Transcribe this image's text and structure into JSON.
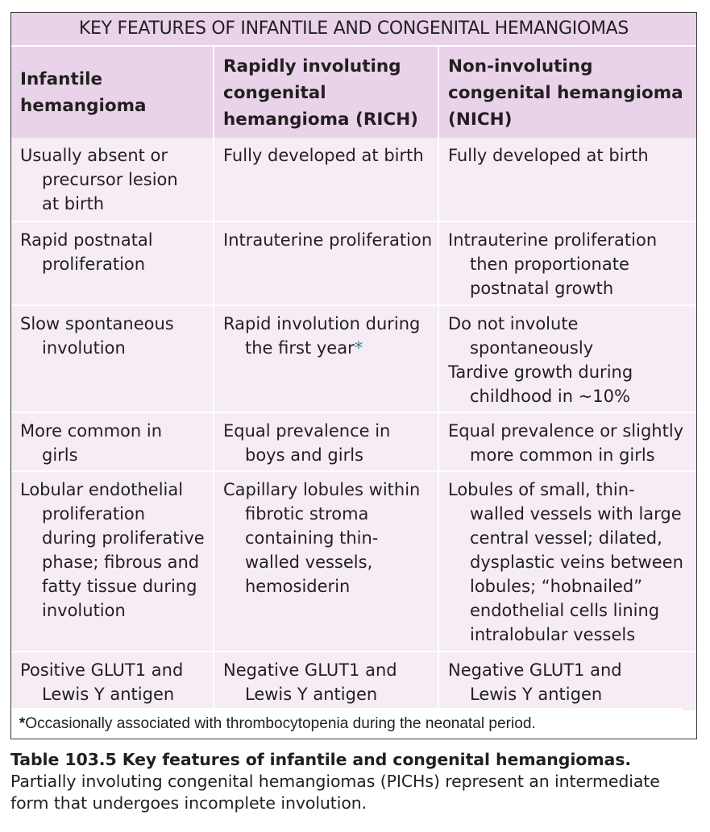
{
  "table": {
    "title": "KEY FEATURES OF INFANTILE AND CONGENITAL HEMANGIOMAS",
    "headers": [
      [
        "Infantile",
        "hemangioma"
      ],
      [
        "Rapidly involuting",
        "congenital",
        "hemangioma (RICH)"
      ],
      [
        "Non-involuting",
        "congenital hemangioma",
        "(NICH)"
      ]
    ],
    "rows": [
      [
        [
          "Usually absent or",
          "precursor lesion",
          "at birth"
        ],
        [
          "Fully developed at birth"
        ],
        [
          "Fully developed at birth"
        ]
      ],
      [
        [
          "Rapid postnatal",
          "proliferation"
        ],
        [
          "Intrauterine proliferation"
        ],
        [
          "Intrauterine proliferation",
          "then proportionate",
          "postnatal growth"
        ]
      ],
      [
        [
          "Slow spontaneous",
          "involution"
        ],
        [
          "Rapid involution during",
          "the first year"
        ],
        [
          "Do not involute",
          "spontaneously",
          "@@Tardive growth during",
          "childhood in ~10%"
        ]
      ],
      [
        [
          "More common in",
          "girls"
        ],
        [
          "Equal prevalence in",
          "boys and girls"
        ],
        [
          "Equal prevalence or slightly",
          "more common in girls"
        ]
      ],
      [
        [
          "Lobular endothelial",
          "proliferation",
          "during proliferative",
          "phase; fibrous and",
          "fatty tissue during",
          "involution"
        ],
        [
          "Capillary lobules within",
          "fibrotic stroma",
          "containing thin-",
          "walled vessels,",
          "hemosiderin"
        ],
        [
          "Lobules of small, thin-",
          "walled vessels with large",
          "central vessel; dilated,",
          "dysplastic veins between",
          "lobules; “hobnailed”",
          "endothelial cells lining",
          "intralobular vessels"
        ]
      ],
      [
        [
          "Positive GLUT1 and",
          "Lewis Y antigen"
        ],
        [
          "Negative GLUT1 and",
          "Lewis Y antigen"
        ],
        [
          "Negative GLUT1 and",
          "Lewis Y antigen"
        ]
      ]
    ],
    "asterisk_mark": "*",
    "footnote_mark": "*",
    "footnote_text": "Occasionally associated with thrombocytopenia during the neonatal period."
  },
  "caption": {
    "label": "Table 103.5 Key features of infantile and congenital hemangiomas.",
    "text": " Partially involuting congenital hemangiomas (PICHs) represent an intermediate form that undergoes incomplete involution."
  },
  "colors": {
    "header_bg": "#e9d3e9",
    "cell_bg": "#f5ecf5",
    "asterisk": "#2a8a8c"
  }
}
